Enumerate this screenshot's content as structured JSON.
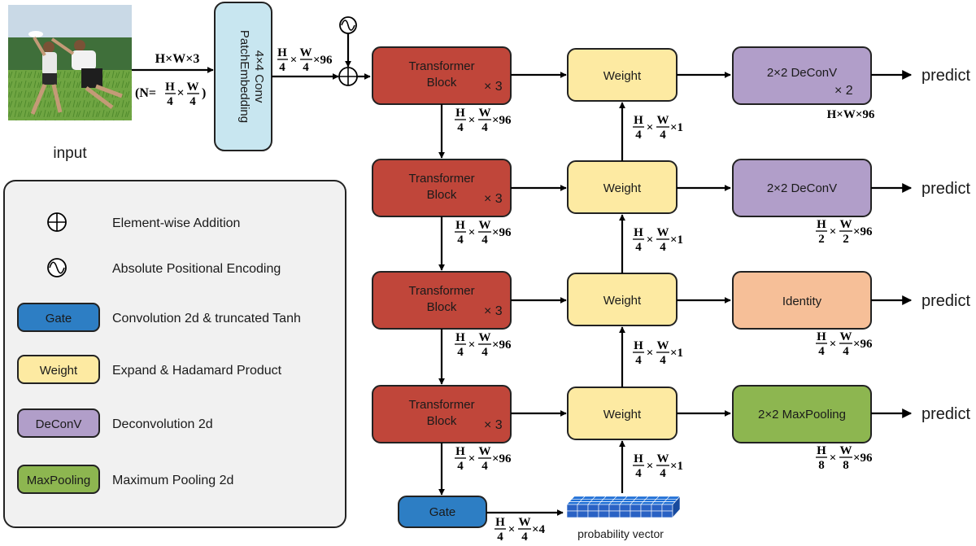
{
  "input": {
    "caption": "input"
  },
  "patch_embed": {
    "line1": "PatchEmbedding",
    "line2": "4×4 Conv"
  },
  "dims": {
    "input_dim": "H×W×3",
    "n_prefix": "(N=",
    "n_suffix": ")",
    "h": "H",
    "w": "W",
    "four": "4",
    "two": "2",
    "eight": "8",
    "x": "×",
    "x96": "×96",
    "x1": "×1",
    "x4": "×4",
    "full": "H×W×96"
  },
  "transformer": {
    "line1": "Transformer",
    "line2": "Block",
    "mult": "× 3"
  },
  "weight": {
    "label": "Weight"
  },
  "heads": {
    "deconv2": {
      "label": "2×2 DeConV",
      "mult": "× 2"
    },
    "deconv1": {
      "label": "2×2 DeConV"
    },
    "identity": {
      "label": "Identity"
    },
    "maxpool": {
      "label": "2×2 MaxPooling"
    }
  },
  "predict": "predict",
  "gate": {
    "label": "Gate"
  },
  "prob_vector": {
    "label": "probability vector"
  },
  "legend": {
    "addition": "Element-wise Addition",
    "posenc": "Absolute Positional Encoding",
    "gate_box": "Gate",
    "gate_desc": "Convolution 2d & truncated Tanh",
    "weight_box": "Weight",
    "weight_desc": "Expand & Hadamard Product",
    "deconv_box": "DeConV",
    "deconv_desc": "Deconvolution 2d",
    "maxpool_box": "MaxPooling",
    "maxpool_desc": "Maximum Pooling 2d"
  },
  "colors": {
    "transformer": "#c0463a",
    "weight": "#fdeaa2",
    "deconv": "#b19ec9",
    "identity": "#f6bf98",
    "maxpool": "#8db650",
    "gate": "#2d7ec4",
    "patch": "#c8e6f0",
    "legend_bg": "#f1f1f1",
    "prob": "#1f6fd6"
  }
}
